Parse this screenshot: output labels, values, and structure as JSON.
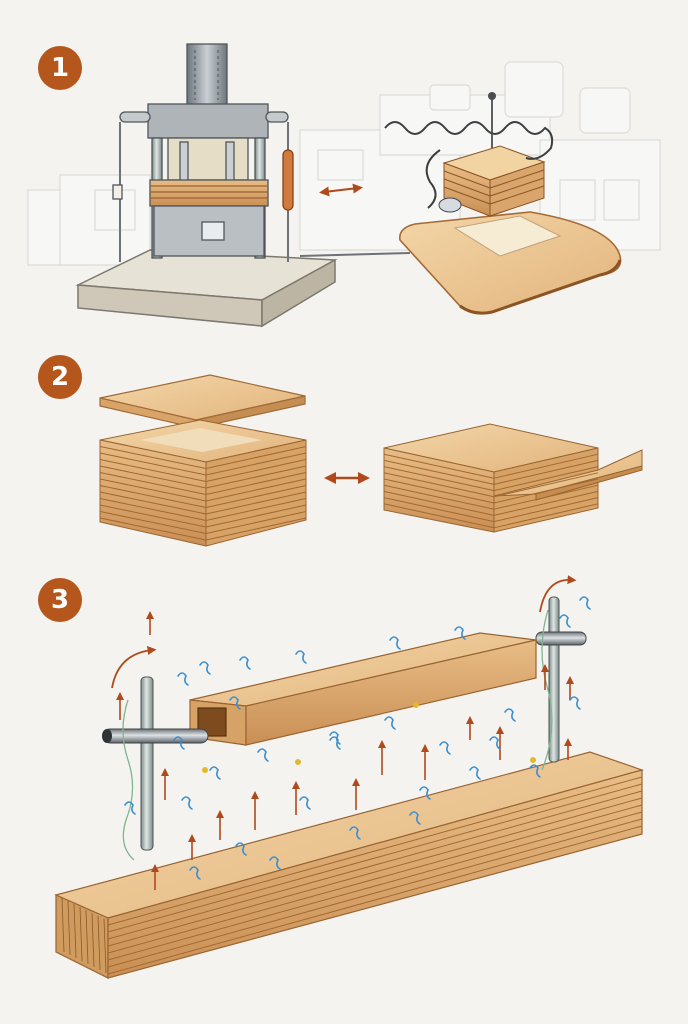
{
  "steps": [
    {
      "number": "1"
    },
    {
      "number": "2"
    },
    {
      "number": "3"
    }
  ],
  "colors": {
    "background": "#f4f3ef",
    "badge": "#b5571d",
    "arrow": "#b04a1c",
    "wood_light": "#f0cf9f",
    "wood_mid": "#dcae78",
    "wood_dark": "#b67b45",
    "steel": "#8f969c",
    "water": "#3a8fd0"
  }
}
